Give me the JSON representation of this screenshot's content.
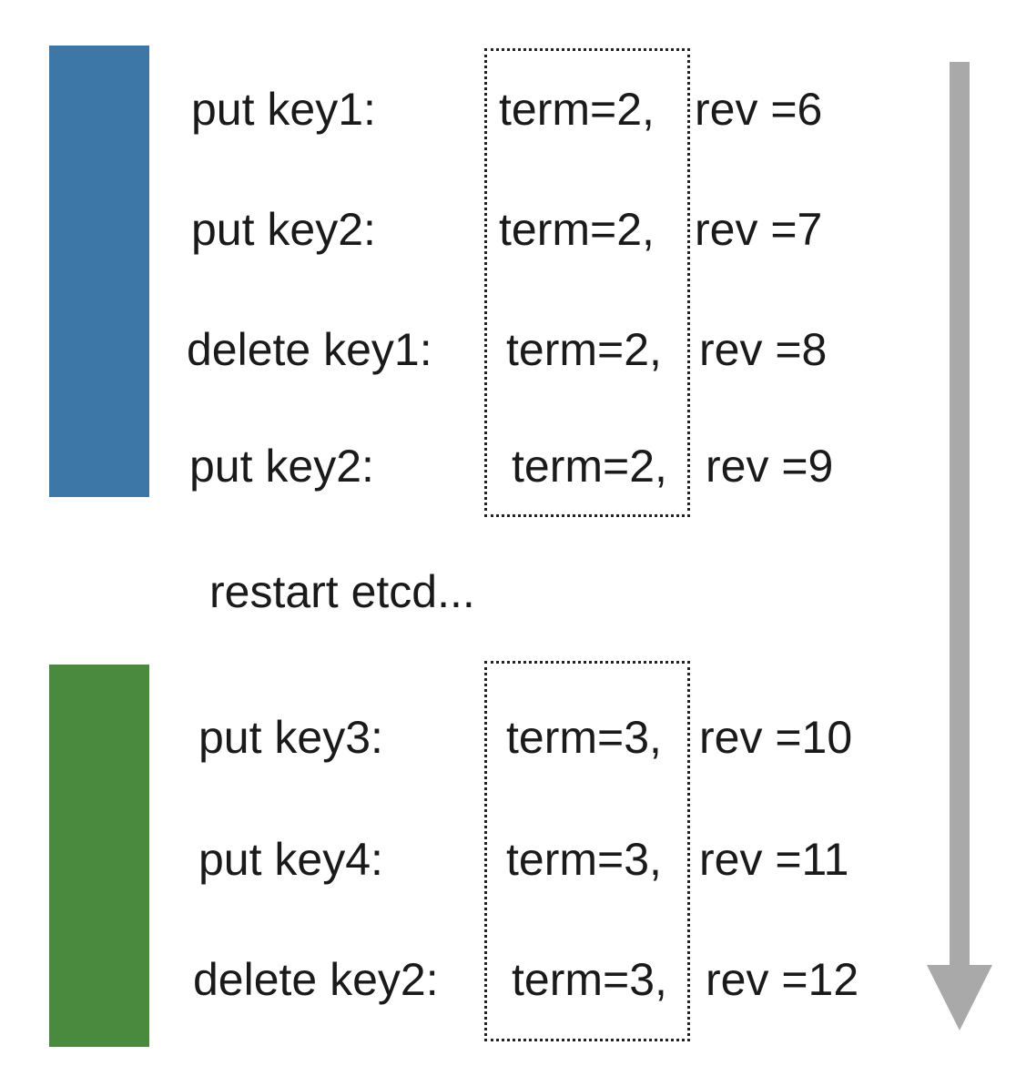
{
  "colors": {
    "phase1_bar": "#3d77a8",
    "phase2_bar": "#4a8a3f",
    "arrow": "#a9a9a9"
  },
  "phase1": {
    "entries": [
      {
        "op": "put key1:",
        "term": "term=2,",
        "rev": "rev =6"
      },
      {
        "op": "put key2:",
        "term": "term=2,",
        "rev": "rev =7"
      },
      {
        "op": "delete key1:",
        "term": "term=2,",
        "rev": "rev =8"
      },
      {
        "op": "put key2:",
        "term": "term=2,",
        "rev": "rev =9"
      }
    ]
  },
  "restart_label": "restart etcd...",
  "phase2": {
    "entries": [
      {
        "op": "put key3:",
        "term": "term=3,",
        "rev": "rev =10"
      },
      {
        "op": "put key4:",
        "term": "term=3,",
        "rev": "rev =11"
      },
      {
        "op": "delete key2:",
        "term": "term=3,",
        "rev": "rev =12"
      }
    ]
  }
}
